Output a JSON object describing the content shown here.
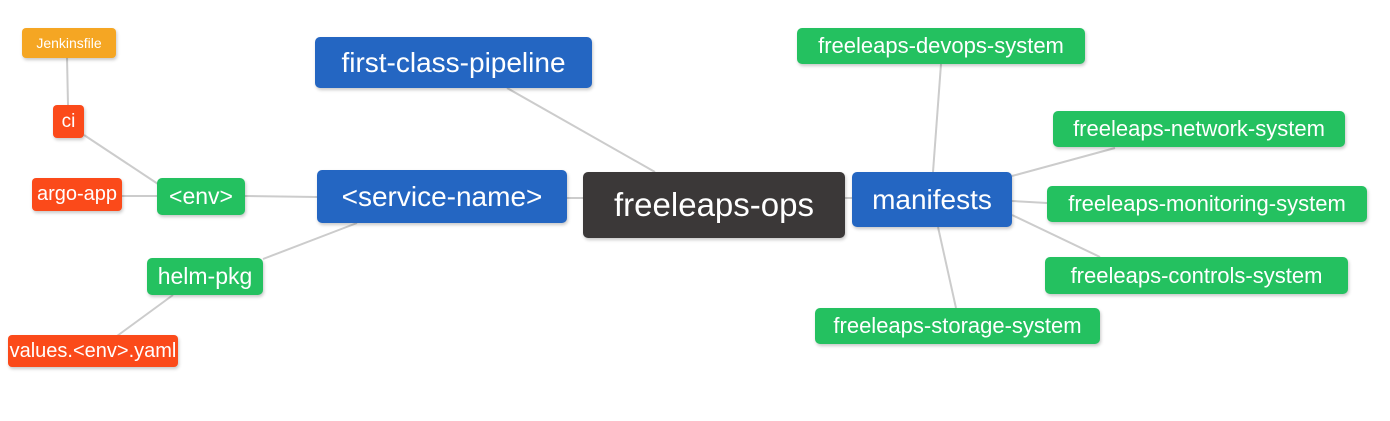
{
  "palette": {
    "blue": "#2466c2",
    "green": "#24c160",
    "orange": "#f5a623",
    "red": "#fb4a1a",
    "dark": "#3b3838",
    "edge_line": "#cccccc",
    "text": "#ffffff",
    "background": "#ffffff"
  },
  "nodes": {
    "freeleaps_ops": {
      "label": "freeleaps-ops"
    },
    "first_class_pipeline": {
      "label": "first-class-pipeline"
    },
    "service_name": {
      "label": "<service-name>"
    },
    "manifests": {
      "label": "manifests"
    },
    "env": {
      "label": "<env>"
    },
    "helm_pkg": {
      "label": "helm-pkg"
    },
    "ci": {
      "label": "ci"
    },
    "argo_app": {
      "label": "argo-app"
    },
    "jenkinsfile": {
      "label": "Jenkinsfile"
    },
    "values_env_yaml": {
      "label": "values.<env>.yaml"
    },
    "devops_system": {
      "label": "freeleaps-devops-system"
    },
    "network_system": {
      "label": "freeleaps-network-system"
    },
    "monitoring_system": {
      "label": "freeleaps-monitoring-system"
    },
    "controls_system": {
      "label": "freeleaps-controls-system"
    },
    "storage_system": {
      "label": "freeleaps-storage-system"
    }
  },
  "edges": [
    {
      "from": "ci",
      "to": "jenkinsfile"
    },
    {
      "from": "env",
      "to": "ci"
    },
    {
      "from": "env",
      "to": "argo_app"
    },
    {
      "from": "service_name",
      "to": "env"
    },
    {
      "from": "service_name",
      "to": "helm_pkg"
    },
    {
      "from": "helm_pkg",
      "to": "values_env_yaml"
    },
    {
      "from": "freeleaps_ops",
      "to": "service_name"
    },
    {
      "from": "freeleaps_ops",
      "to": "first_class_pipeline"
    },
    {
      "from": "freeleaps_ops",
      "to": "manifests"
    },
    {
      "from": "manifests",
      "to": "devops_system"
    },
    {
      "from": "manifests",
      "to": "network_system"
    },
    {
      "from": "manifests",
      "to": "monitoring_system"
    },
    {
      "from": "manifests",
      "to": "controls_system"
    },
    {
      "from": "manifests",
      "to": "storage_system"
    }
  ]
}
